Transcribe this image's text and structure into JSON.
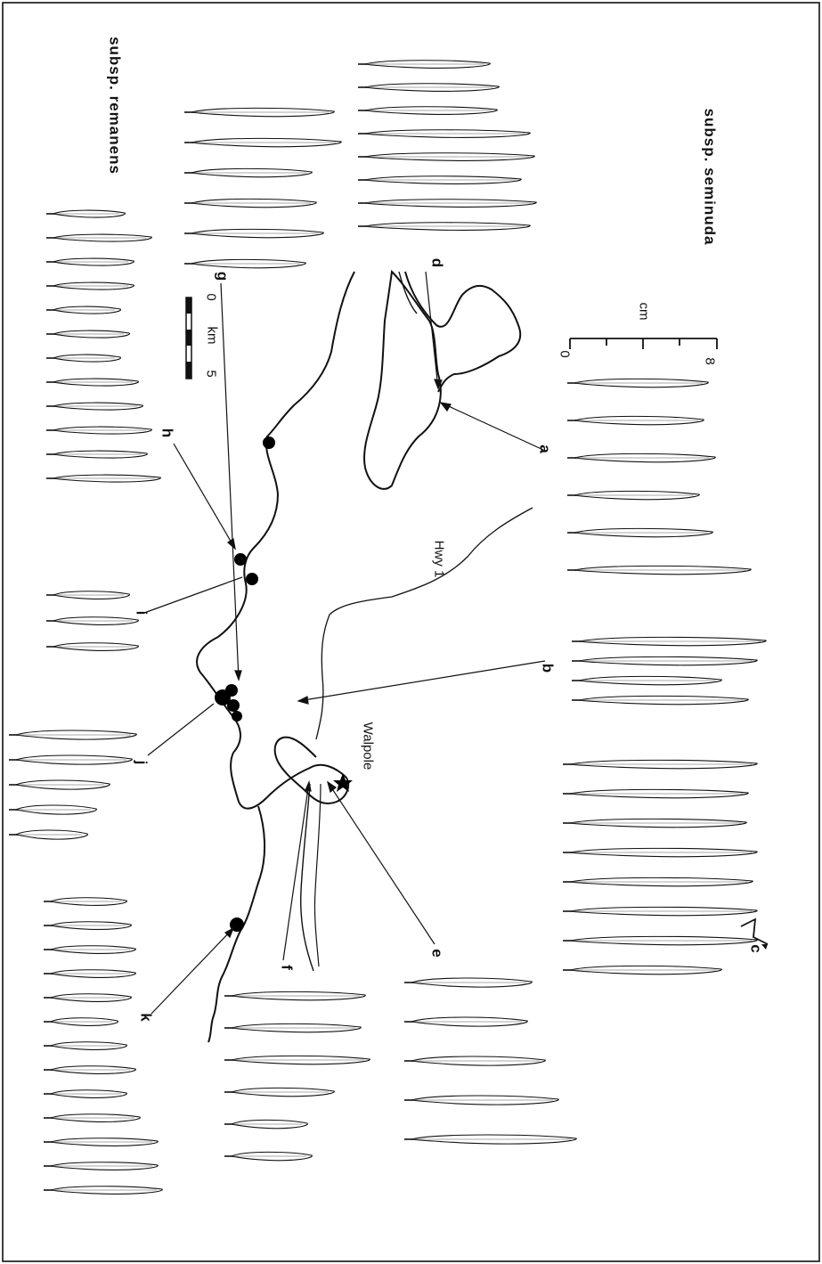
{
  "figure": {
    "title_top": "subsp. seminuda",
    "title_bottom": "subsp. remanens",
    "road_label": "Hwy 1",
    "town_label": "Walpole",
    "leaf_scale": {
      "unit": "cm",
      "min": "0",
      "max": "8"
    },
    "map_scale": {
      "unit": "km",
      "min": "0",
      "max": "5"
    },
    "samples": [
      {
        "id": "a",
        "label": "a"
      },
      {
        "id": "b",
        "label": "b"
      },
      {
        "id": "c",
        "label": "c"
      },
      {
        "id": "d",
        "label": "d"
      },
      {
        "id": "e",
        "label": "e"
      },
      {
        "id": "f",
        "label": "f"
      },
      {
        "id": "g",
        "label": "g"
      },
      {
        "id": "h",
        "label": "h"
      },
      {
        "id": "i",
        "label": "i"
      },
      {
        "id": "j",
        "label": "j"
      },
      {
        "id": "k",
        "label": "k"
      }
    ]
  }
}
